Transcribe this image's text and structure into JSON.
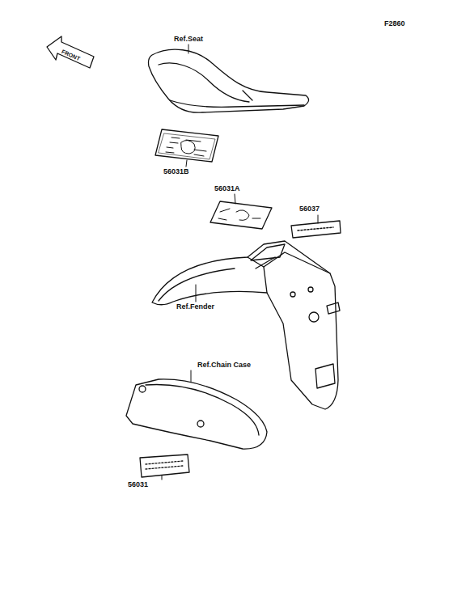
{
  "diagram": {
    "labels": [
      "F2860",
      "FRONT",
      "Ref.Seat",
      "56031B",
      "56031A",
      "56037",
      "Ref.Fender",
      "Ref.Chain Case",
      "56031"
    ]
  }
}
